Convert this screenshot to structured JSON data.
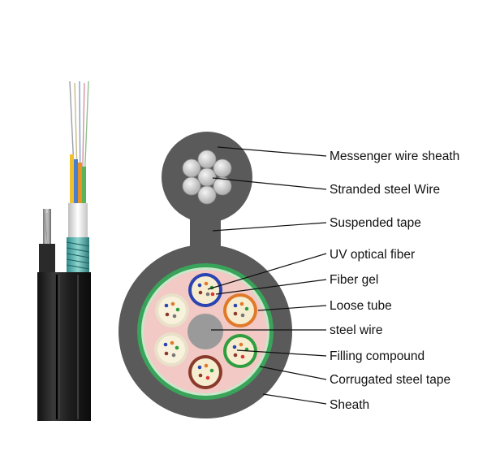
{
  "diagram": {
    "labels": [
      {
        "id": "messenger-wire-sheath",
        "text": "Messenger wire sheath"
      },
      {
        "id": "stranded-steel-wire",
        "text": "Stranded steel Wire"
      },
      {
        "id": "suspended-tape",
        "text": "Suspended tape"
      },
      {
        "id": "uv-optical-fiber",
        "text": "UV optical fiber"
      },
      {
        "id": "fiber-gel",
        "text": "Fiber gel"
      },
      {
        "id": "loose-tube",
        "text": "Loose tube"
      },
      {
        "id": "steel-wire",
        "text": "steel wire"
      },
      {
        "id": "filling-compound",
        "text": "Filling compound"
      },
      {
        "id": "corrugated-steel-tape",
        "text": "Corrugated steel tape"
      },
      {
        "id": "sheath",
        "text": "Sheath"
      }
    ],
    "colors": {
      "sheath": "#5a5a5a",
      "green_tape": "#3aa35a",
      "filling": "#f2c9c4",
      "center_wire": "#9a9a9a",
      "tube_blue": "#2a44b0",
      "tube_orange": "#e07a2a",
      "tube_green": "#2f9e3f",
      "tube_brown": "#8a3a2a",
      "tube_white": "#e8e0c8"
    }
  }
}
